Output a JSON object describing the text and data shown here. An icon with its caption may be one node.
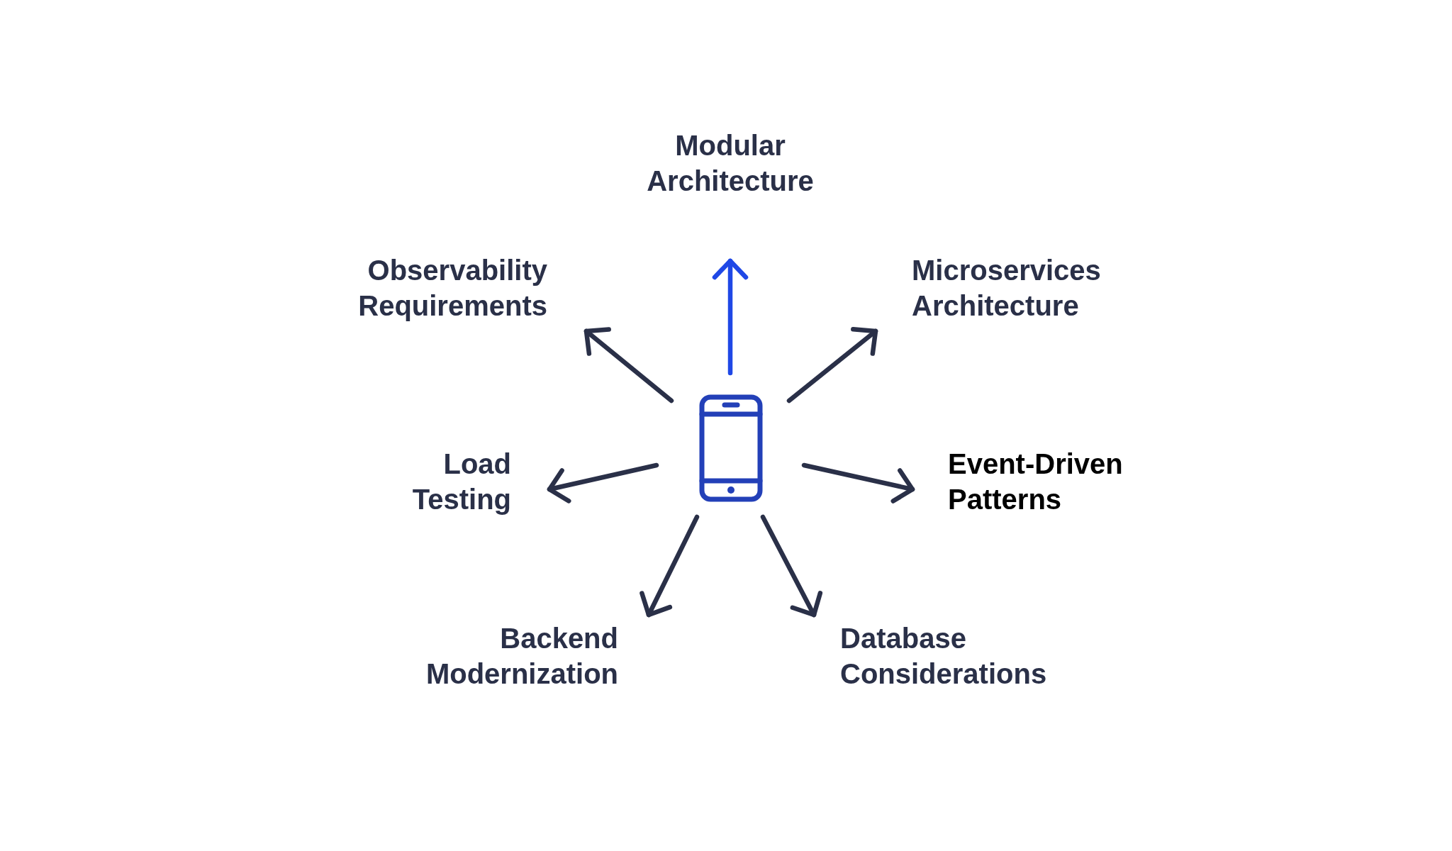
{
  "diagram": {
    "nodes": [
      {
        "text": [],
        "shape": "phone"
      },
      {
        "text": [
          "Modular Architecture"
        ]
      },
      {
        "text": [
          "Observability Requirements"
        ]
      },
      {
        "text": [
          "Microservices Architecture"
        ]
      },
      {
        "text": [
          "Load Testing"
        ]
      },
      {
        "text": [
          "Event-Driven Patterns"
        ]
      },
      {
        "text": [
          "Backend Modernization"
        ]
      },
      {
        "text": [
          "Database Considerations"
        ]
      }
    ],
    "edges": [
      {
        "from": 0,
        "to": 1,
        "arrow": "to",
        "color": "#1f48e6"
      },
      {
        "from": 0,
        "to": 2,
        "arrow": "to"
      },
      {
        "from": 0,
        "to": 3,
        "arrow": "to"
      },
      {
        "from": 0,
        "to": 4,
        "arrow": "to"
      },
      {
        "from": 0,
        "to": 5,
        "arrow": "to"
      },
      {
        "from": 0,
        "to": 6,
        "arrow": "to"
      },
      {
        "from": 0,
        "to": 7,
        "arrow": "to"
      }
    ]
  }
}
